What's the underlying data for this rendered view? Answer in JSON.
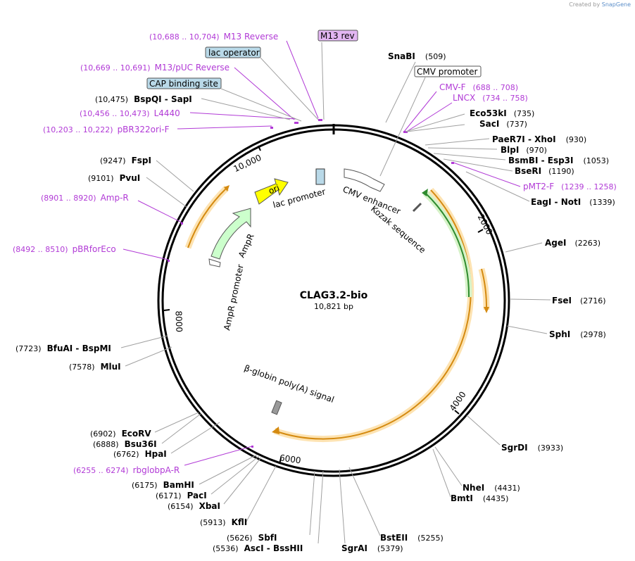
{
  "watermark": {
    "created_by": "Created by",
    "brand": "SnapGene"
  },
  "plasmid": {
    "name": "CLAG3.2-bio",
    "size_label": "10,821 bp",
    "length": 10821
  },
  "colors": {
    "backbone": "#000000",
    "enzyme_line": "#a0a0a0",
    "primer": "#b13ad6",
    "orf_fill": "#f5a623",
    "orf_halo": "#fde3b2",
    "green_orf": "#4caf50",
    "green_halo": "#d6f2c8",
    "ori": "#ffff00",
    "ampr": "#ccffcc",
    "feature_box": "#b9d9e8"
  },
  "ticks": [
    "2000",
    "4000",
    "6000",
    "8000",
    "10,000"
  ],
  "enzymes": [
    {
      "name": "SnaBI",
      "site": "(509)"
    },
    {
      "name": "Eco53kI",
      "site": "(735)"
    },
    {
      "name": "SacI",
      "site": "(737)"
    },
    {
      "name": "PaeR7I",
      "name2": "XhoI",
      "site": "(930)"
    },
    {
      "name": "BlpI",
      "site": "(970)"
    },
    {
      "name": "BsmBI",
      "name2": "Esp3I",
      "site": "(1053)"
    },
    {
      "name": "BseRI",
      "site": "(1190)"
    },
    {
      "name": "EagI",
      "name2": "NotI",
      "site": "(1339)"
    },
    {
      "name": "AgeI",
      "site": "(2263)"
    },
    {
      "name": "FseI",
      "site": "(2716)"
    },
    {
      "name": "SphI",
      "site": "(2978)"
    },
    {
      "name": "SgrDI",
      "site": "(3933)"
    },
    {
      "name": "NheI",
      "site": "(4431)"
    },
    {
      "name": "BmtI",
      "site": "(4435)"
    },
    {
      "name": "BstEII",
      "site": "(5255)"
    },
    {
      "name": "SgrAI",
      "site": "(5379)"
    },
    {
      "name": "AscI",
      "name2": "BssHII",
      "site": "(5536)"
    },
    {
      "name": "SbfI",
      "site": "(5626)"
    },
    {
      "name": "KflI",
      "site": "(5913)"
    },
    {
      "name": "XbaI",
      "site": "(6154)"
    },
    {
      "name": "PacI",
      "site": "(6171)"
    },
    {
      "name": "BamHI",
      "site": "(6175)"
    },
    {
      "name": "HpaI",
      "site": "(6762)"
    },
    {
      "name": "Bsu36I",
      "site": "(6888)"
    },
    {
      "name": "EcoRV",
      "site": "(6902)"
    },
    {
      "name": "MluI",
      "site": "(7578)"
    },
    {
      "name": "BfuAI",
      "name2": "BspMI",
      "site": "(7723)"
    },
    {
      "name": "PvuI",
      "site": "(9101)"
    },
    {
      "name": "FspI",
      "site": "(9247)"
    },
    {
      "name": "BspQI",
      "name2": "SapI",
      "site": "(10,475)"
    }
  ],
  "primers": [
    {
      "name": "M13 Reverse",
      "range": "(10,688 .. 10,704)"
    },
    {
      "name": "M13/pUC Reverse",
      "range": "(10,669 .. 10,691)"
    },
    {
      "name": "L4440",
      "range": "(10,456 .. 10,473)"
    },
    {
      "name": "pBR322ori-F",
      "range": "(10,203 .. 10,222)"
    },
    {
      "name": "Amp-R",
      "range": "(8901 .. 8920)"
    },
    {
      "name": "pBRforEco",
      "range": "(8492 .. 8510)"
    },
    {
      "name": "CMV-F",
      "range": "(688 .. 708)"
    },
    {
      "name": "LNCX",
      "range": "(734 .. 758)"
    },
    {
      "name": "pMT2-F",
      "range": "(1239 .. 1258)"
    },
    {
      "name": "rbglobpA-R",
      "range": "(6255 .. 6274)"
    }
  ],
  "boxed_features": [
    {
      "name": "M13 rev"
    },
    {
      "name": "lac operator"
    },
    {
      "name": "CAP binding site"
    },
    {
      "name": "CMV promoter"
    }
  ],
  "inner_labels": {
    "ori": "ori",
    "lac_promoter": "lac promoter",
    "cmv_enhancer": "CMV enhancer",
    "kozak": "Kozak sequence",
    "ampr": "AmpR",
    "ampr_promoter": "AmpR promoter",
    "betaglobin": "β-globin poly(A) signal"
  }
}
